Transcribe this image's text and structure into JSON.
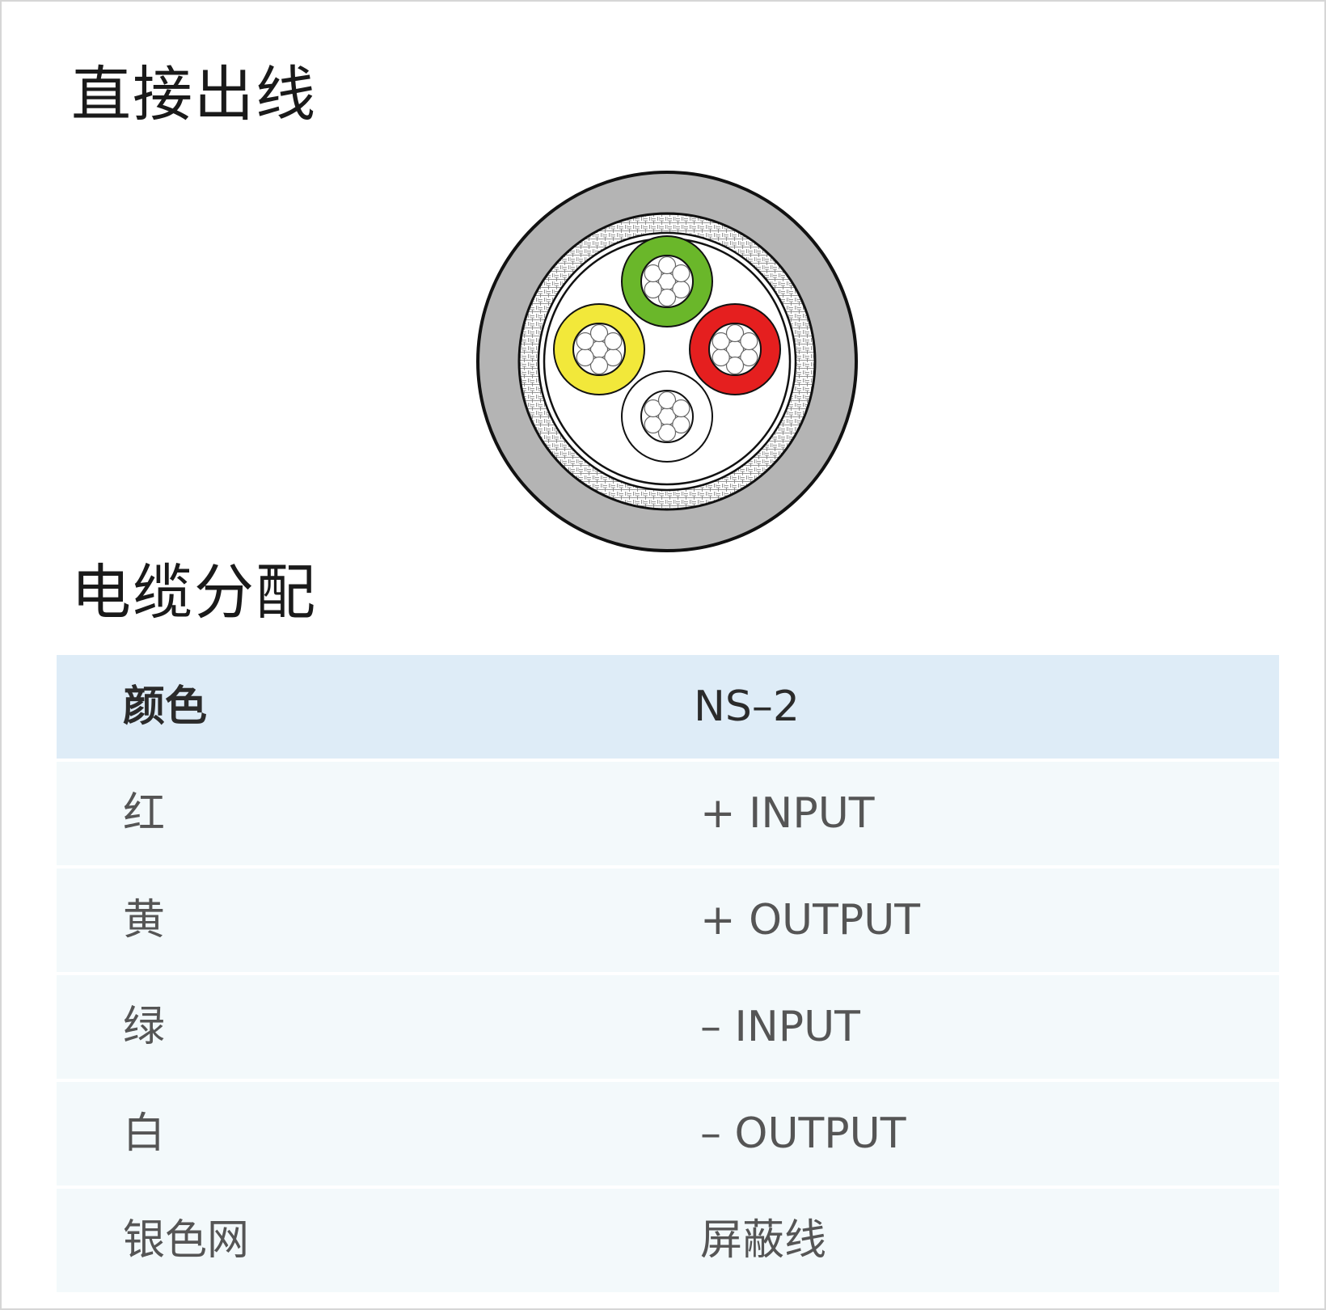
{
  "section_cable": {
    "title": "直接出线"
  },
  "cable_diagram": {
    "colors": {
      "jacket": "#b4b4b4",
      "braid": "#ffffff",
      "outline": "#111111",
      "red": "#e51f1f",
      "yellow": "#f2e83a",
      "green": "#6ab72a",
      "white": "#ffffff",
      "strand": "#ffffff"
    },
    "conductors": [
      "green",
      "red",
      "white",
      "yellow"
    ]
  },
  "section_assignment": {
    "title": "电缆分配"
  },
  "table": {
    "header": {
      "col1": "颜色",
      "col2": "NS–2"
    },
    "rows": [
      {
        "color": "红",
        "signal": "+ INPUT"
      },
      {
        "color": "黄",
        "signal": "+ OUTPUT"
      },
      {
        "color": "绿",
        "signal": "– INPUT"
      },
      {
        "color": "白",
        "signal": "– OUTPUT"
      },
      {
        "color": "银色网",
        "signal": "屏蔽线"
      }
    ]
  }
}
